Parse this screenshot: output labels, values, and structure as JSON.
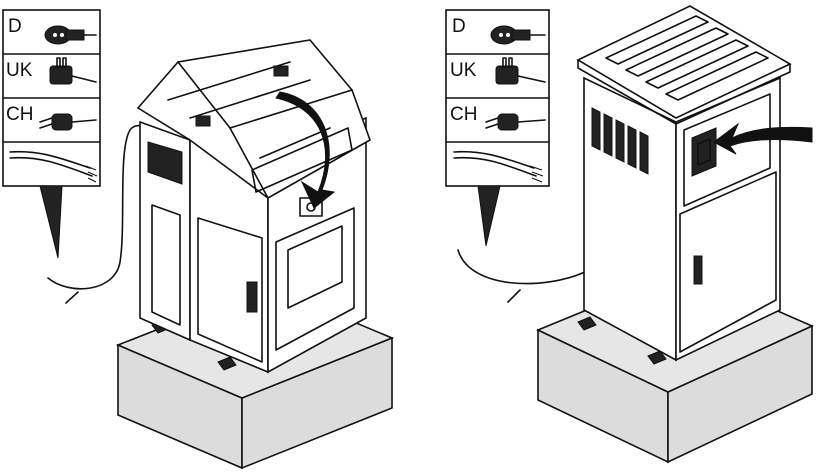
{
  "panels": [
    {
      "plugs": [
        {
          "label": "D",
          "icon": "schuko-plug-icon"
        },
        {
          "label": "UK",
          "icon": "uk-plug-icon"
        },
        {
          "label": "CH",
          "icon": "swiss-plug-icon"
        },
        {
          "label": "",
          "icon": "bare-cable-icon"
        }
      ],
      "unit_state": "closed-cabinet-on-plinth",
      "arrow_icon": "rotate-arrow-icon"
    },
    {
      "plugs": [
        {
          "label": "D",
          "icon": "schuko-plug-icon"
        },
        {
          "label": "UK",
          "icon": "uk-plug-icon"
        },
        {
          "label": "CH",
          "icon": "swiss-plug-icon"
        },
        {
          "label": "",
          "icon": "bare-cable-icon"
        }
      ],
      "unit_state": "open-cabinet-on-plinth",
      "arrow_icon": "connect-arrow-icon"
    }
  ],
  "colors": {
    "line": "#111111",
    "fill": "#ffffff",
    "shade": "#dcdcdc",
    "dark": "#222222"
  }
}
